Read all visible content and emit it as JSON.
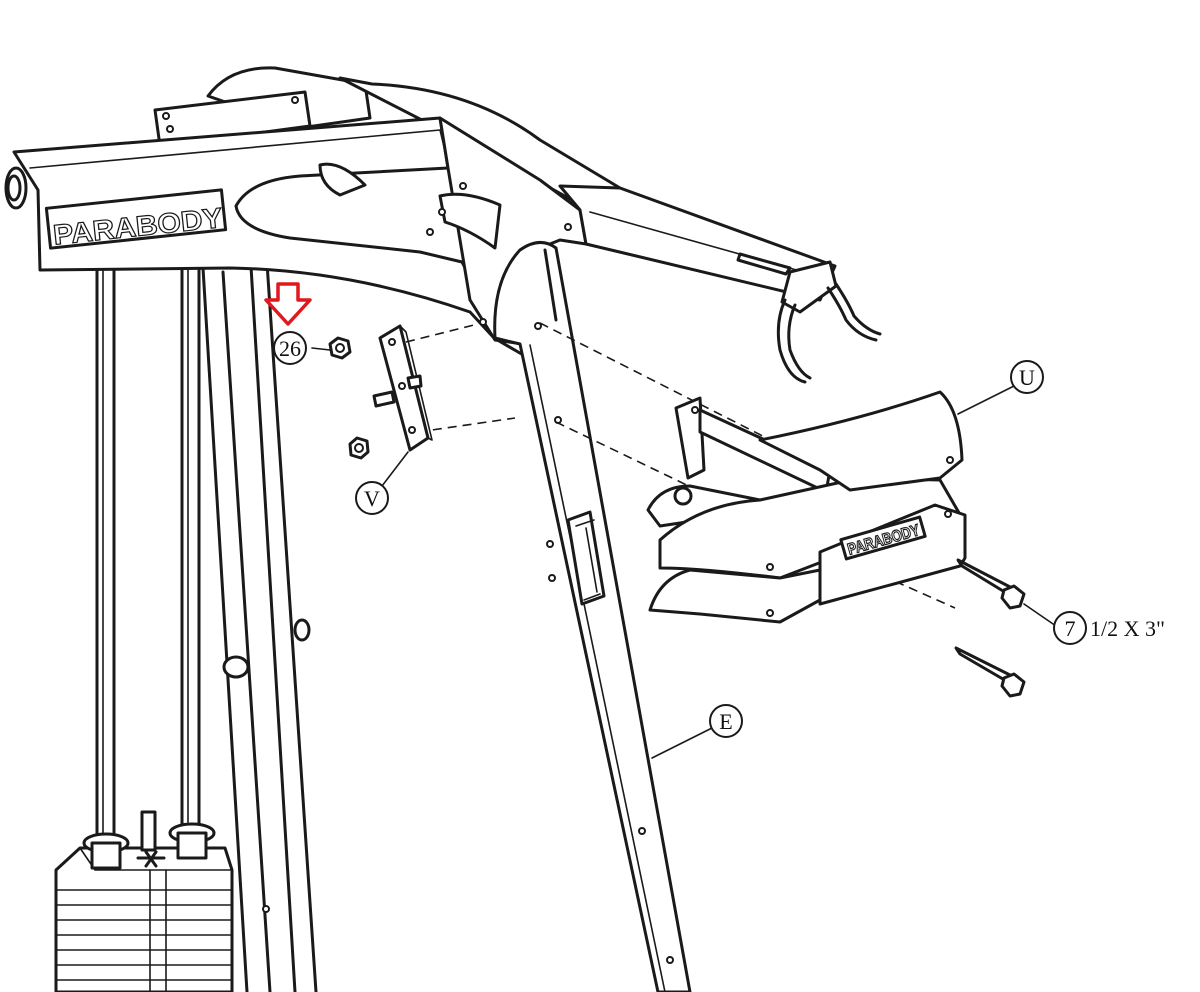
{
  "diagram": {
    "brand_label": "PARABODY",
    "side_brand_label": "PARABODY",
    "marker_color": "#e0191f",
    "callouts": {
      "c26": "26",
      "cV": "V",
      "cU": "U",
      "cE": "E",
      "c7": "7"
    },
    "bolt_spec": "1/2 X 3\""
  }
}
